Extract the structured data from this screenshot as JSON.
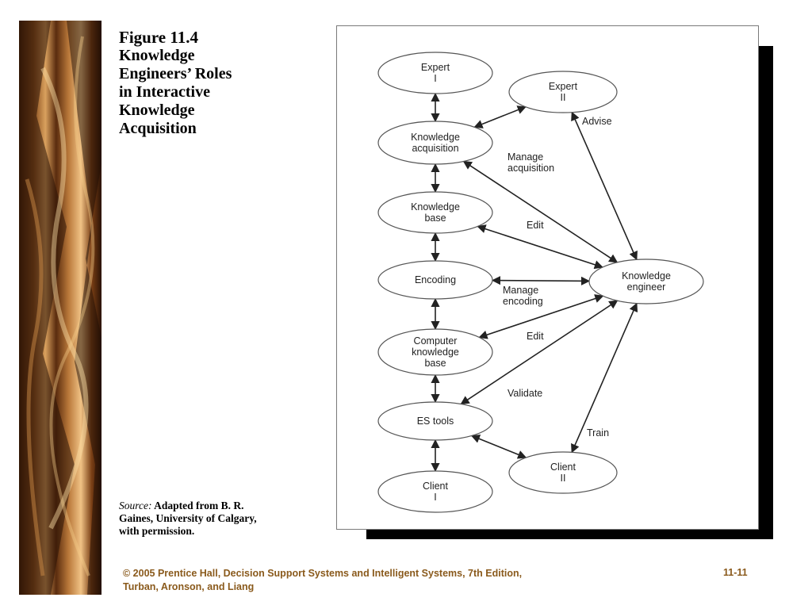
{
  "caption": {
    "figure_number": "Figure 11.4",
    "title_lines": [
      "Knowledge",
      "Engineers’ Roles",
      "in Interactive",
      "Knowledge",
      "Acquisition"
    ]
  },
  "source": {
    "label": "Source:",
    "lines": [
      " Adapted from B. R.",
      "Gaines, University of Calgary,",
      "with permission."
    ]
  },
  "footer": {
    "citation_line1": "© 2005  Prentice Hall, Decision Support Systems and Intelligent Systems, 7th Edition,",
    "citation_line2": "Turban, Aronson, and Liang",
    "page": "11-11"
  },
  "colors": {
    "footer_text": "#8a5a1c",
    "node_stroke": "#555555",
    "edge": "#222222",
    "shadow": "#000000"
  },
  "diagram": {
    "nodes": [
      {
        "id": "expert1",
        "lines": [
          "Expert",
          "I"
        ]
      },
      {
        "id": "expert2",
        "lines": [
          "Expert",
          "II"
        ]
      },
      {
        "id": "ka",
        "lines": [
          "Knowledge",
          "acquisition"
        ]
      },
      {
        "id": "kb",
        "lines": [
          "Knowledge",
          "base"
        ]
      },
      {
        "id": "enc",
        "lines": [
          "Encoding"
        ]
      },
      {
        "id": "ckb",
        "lines": [
          "Computer",
          "knowledge",
          "base"
        ]
      },
      {
        "id": "es",
        "lines": [
          "ES tools"
        ]
      },
      {
        "id": "client1",
        "lines": [
          "Client",
          "I"
        ]
      },
      {
        "id": "client2",
        "lines": [
          "Client",
          "II"
        ]
      },
      {
        "id": "ke",
        "lines": [
          "Knowledge",
          "engineer"
        ]
      }
    ],
    "edges": [
      {
        "from": "expert1",
        "to": "ka",
        "label": []
      },
      {
        "from": "ka",
        "to": "kb",
        "label": []
      },
      {
        "from": "kb",
        "to": "enc",
        "label": []
      },
      {
        "from": "enc",
        "to": "ckb",
        "label": []
      },
      {
        "from": "ckb",
        "to": "es",
        "label": []
      },
      {
        "from": "es",
        "to": "client1",
        "label": []
      },
      {
        "from": "ka",
        "to": "expert2",
        "label": []
      },
      {
        "from": "expert2",
        "to": "ke",
        "label": [
          "Advise"
        ]
      },
      {
        "from": "ka",
        "to": "ke",
        "label": [
          "Manage",
          "acquisition"
        ]
      },
      {
        "from": "kb",
        "to": "ke",
        "label": [
          "Edit"
        ]
      },
      {
        "from": "enc",
        "to": "ke",
        "label": [
          "Manage",
          "encoding"
        ]
      },
      {
        "from": "ckb",
        "to": "ke",
        "label": [
          "Edit"
        ]
      },
      {
        "from": "es",
        "to": "ke",
        "label": [
          "Validate"
        ]
      },
      {
        "from": "client2",
        "to": "ke",
        "label": [
          "Train"
        ]
      },
      {
        "from": "es",
        "to": "client2",
        "label": []
      }
    ]
  }
}
